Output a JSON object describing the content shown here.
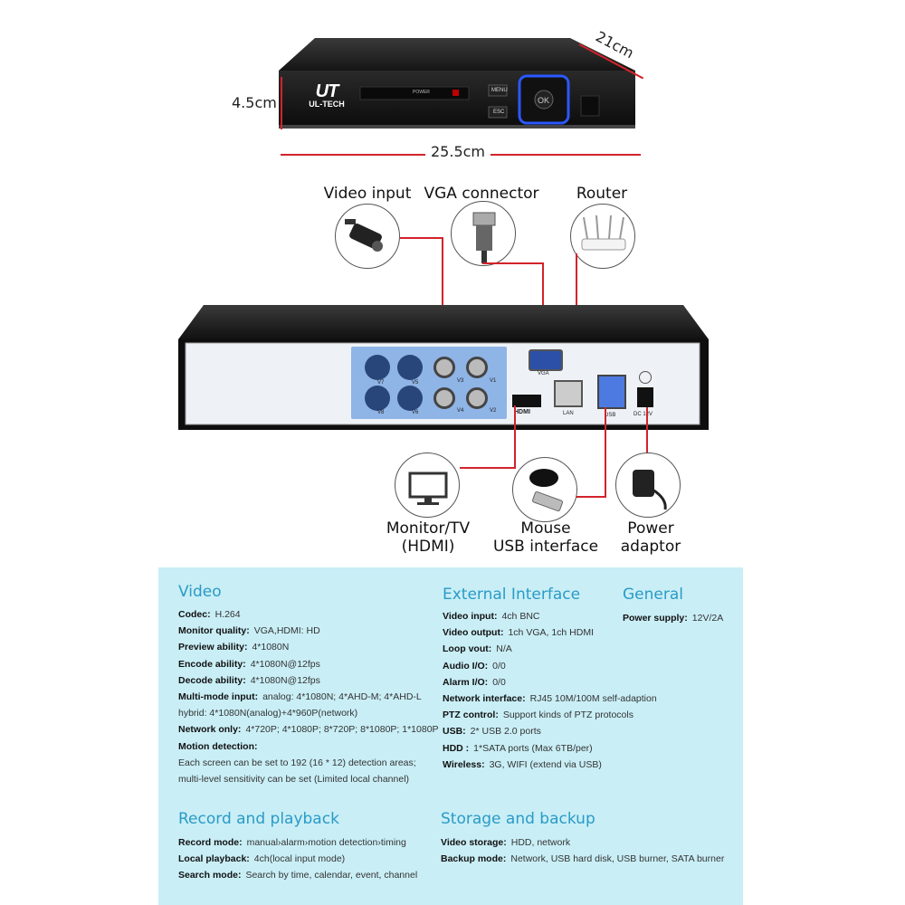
{
  "dimensions": {
    "height": "4.5cm",
    "depth": "21cm",
    "width": "25.5cm"
  },
  "front": {
    "brand": "UL-TECH",
    "power_label": "POWER",
    "menu_label": "MENU",
    "esc_label": "ESC",
    "ok_label": "OK"
  },
  "connections_top": [
    {
      "label": "Video input",
      "icon": "camera-icon"
    },
    {
      "label": "VGA connector",
      "icon": "vga-connector-icon"
    },
    {
      "label": "Router",
      "icon": "router-icon"
    }
  ],
  "rear": {
    "ports": [
      "V7",
      "V5",
      "V3",
      "V1",
      "V8",
      "V6",
      "V4",
      "V2"
    ],
    "vga": "VGA",
    "hdmi": "HDMI",
    "lan": "LAN",
    "usb": "USB",
    "dc": "DC 12V"
  },
  "connections_bottom": [
    {
      "label_line1": "Monitor/TV",
      "label_line2": "(HDMI)",
      "icon": "monitor-icon"
    },
    {
      "label_line1": "Mouse",
      "label_line2": "USB interface",
      "icon": "mouse-usb-icon"
    },
    {
      "label_line1": "Power",
      "label_line2": "adaptor",
      "icon": "power-adaptor-icon"
    }
  ],
  "specs": {
    "video": {
      "title": "Video",
      "rows": [
        {
          "k": "Codec:",
          "v": "H.264"
        },
        {
          "k": "Monitor quality:",
          "v": "VGA,HDMI: HD"
        },
        {
          "k": "Preview ability:",
          "v": "4*1080N"
        },
        {
          "k": "Encode ability:",
          "v": "4*1080N@12fps"
        },
        {
          "k": "Decode ability:",
          "v": "4*1080N@12fps"
        },
        {
          "k": "Multi-mode input:",
          "v": "analog: 4*1080N; 4*AHD-M; 4*AHD-L"
        },
        {
          "k": "",
          "v": "hybrid: 4*1080N(analog)+4*960P(network)"
        },
        {
          "k": "Network only:",
          "v": "4*720P; 4*1080P; 8*720P; 8*1080P; 1*1080P"
        },
        {
          "k": "Motion detection:",
          "v": ""
        },
        {
          "k": "",
          "v": "Each screen can be set to 192 (16 * 12) detection areas;"
        },
        {
          "k": "",
          "v": "multi-level sensitivity can be set (Limited local channel)"
        }
      ]
    },
    "external": {
      "title": "External Interface",
      "rows": [
        {
          "k": "Video input:",
          "v": "4ch BNC"
        },
        {
          "k": "Video output:",
          "v": "1ch VGA, 1ch HDMI"
        },
        {
          "k": "Loop vout:",
          "v": "N/A"
        },
        {
          "k": "Audio I/O:",
          "v": "0/0"
        },
        {
          "k": "Alarm I/O:",
          "v": "0/0"
        },
        {
          "k": "Network interface:",
          "v": "RJ45 10M/100M self-adaption"
        },
        {
          "k": "PTZ control:",
          "v": "Support kinds of PTZ protocols"
        },
        {
          "k": "USB:",
          "v": "2* USB 2.0 ports"
        },
        {
          "k": "HDD :",
          "v": "1*SATA ports (Max 6TB/per)"
        },
        {
          "k": "Wireless:",
          "v": "3G, WIFI (extend via USB)"
        }
      ]
    },
    "general": {
      "title": "General",
      "rows": [
        {
          "k": "Power supply:",
          "v": "12V/2A"
        }
      ]
    },
    "record": {
      "title": "Record and playback",
      "rows": [
        {
          "k": "Record mode:",
          "v": "manual›alarm›motion detection›timing"
        },
        {
          "k": "Local playback:",
          "v": "4ch(local input mode)"
        },
        {
          "k": "Search mode:",
          "v": "Search by time, calendar, event, channel"
        }
      ]
    },
    "storage": {
      "title": "Storage and backup",
      "rows": [
        {
          "k": "Video storage:",
          "v": "HDD, network"
        },
        {
          "k": "Backup mode:",
          "v": "Network, USB hard disk, USB burner, SATA burner"
        }
      ]
    }
  },
  "colors": {
    "accent": "#d2232a",
    "heading": "#2a9bc6",
    "panel": "#c9eef6"
  }
}
